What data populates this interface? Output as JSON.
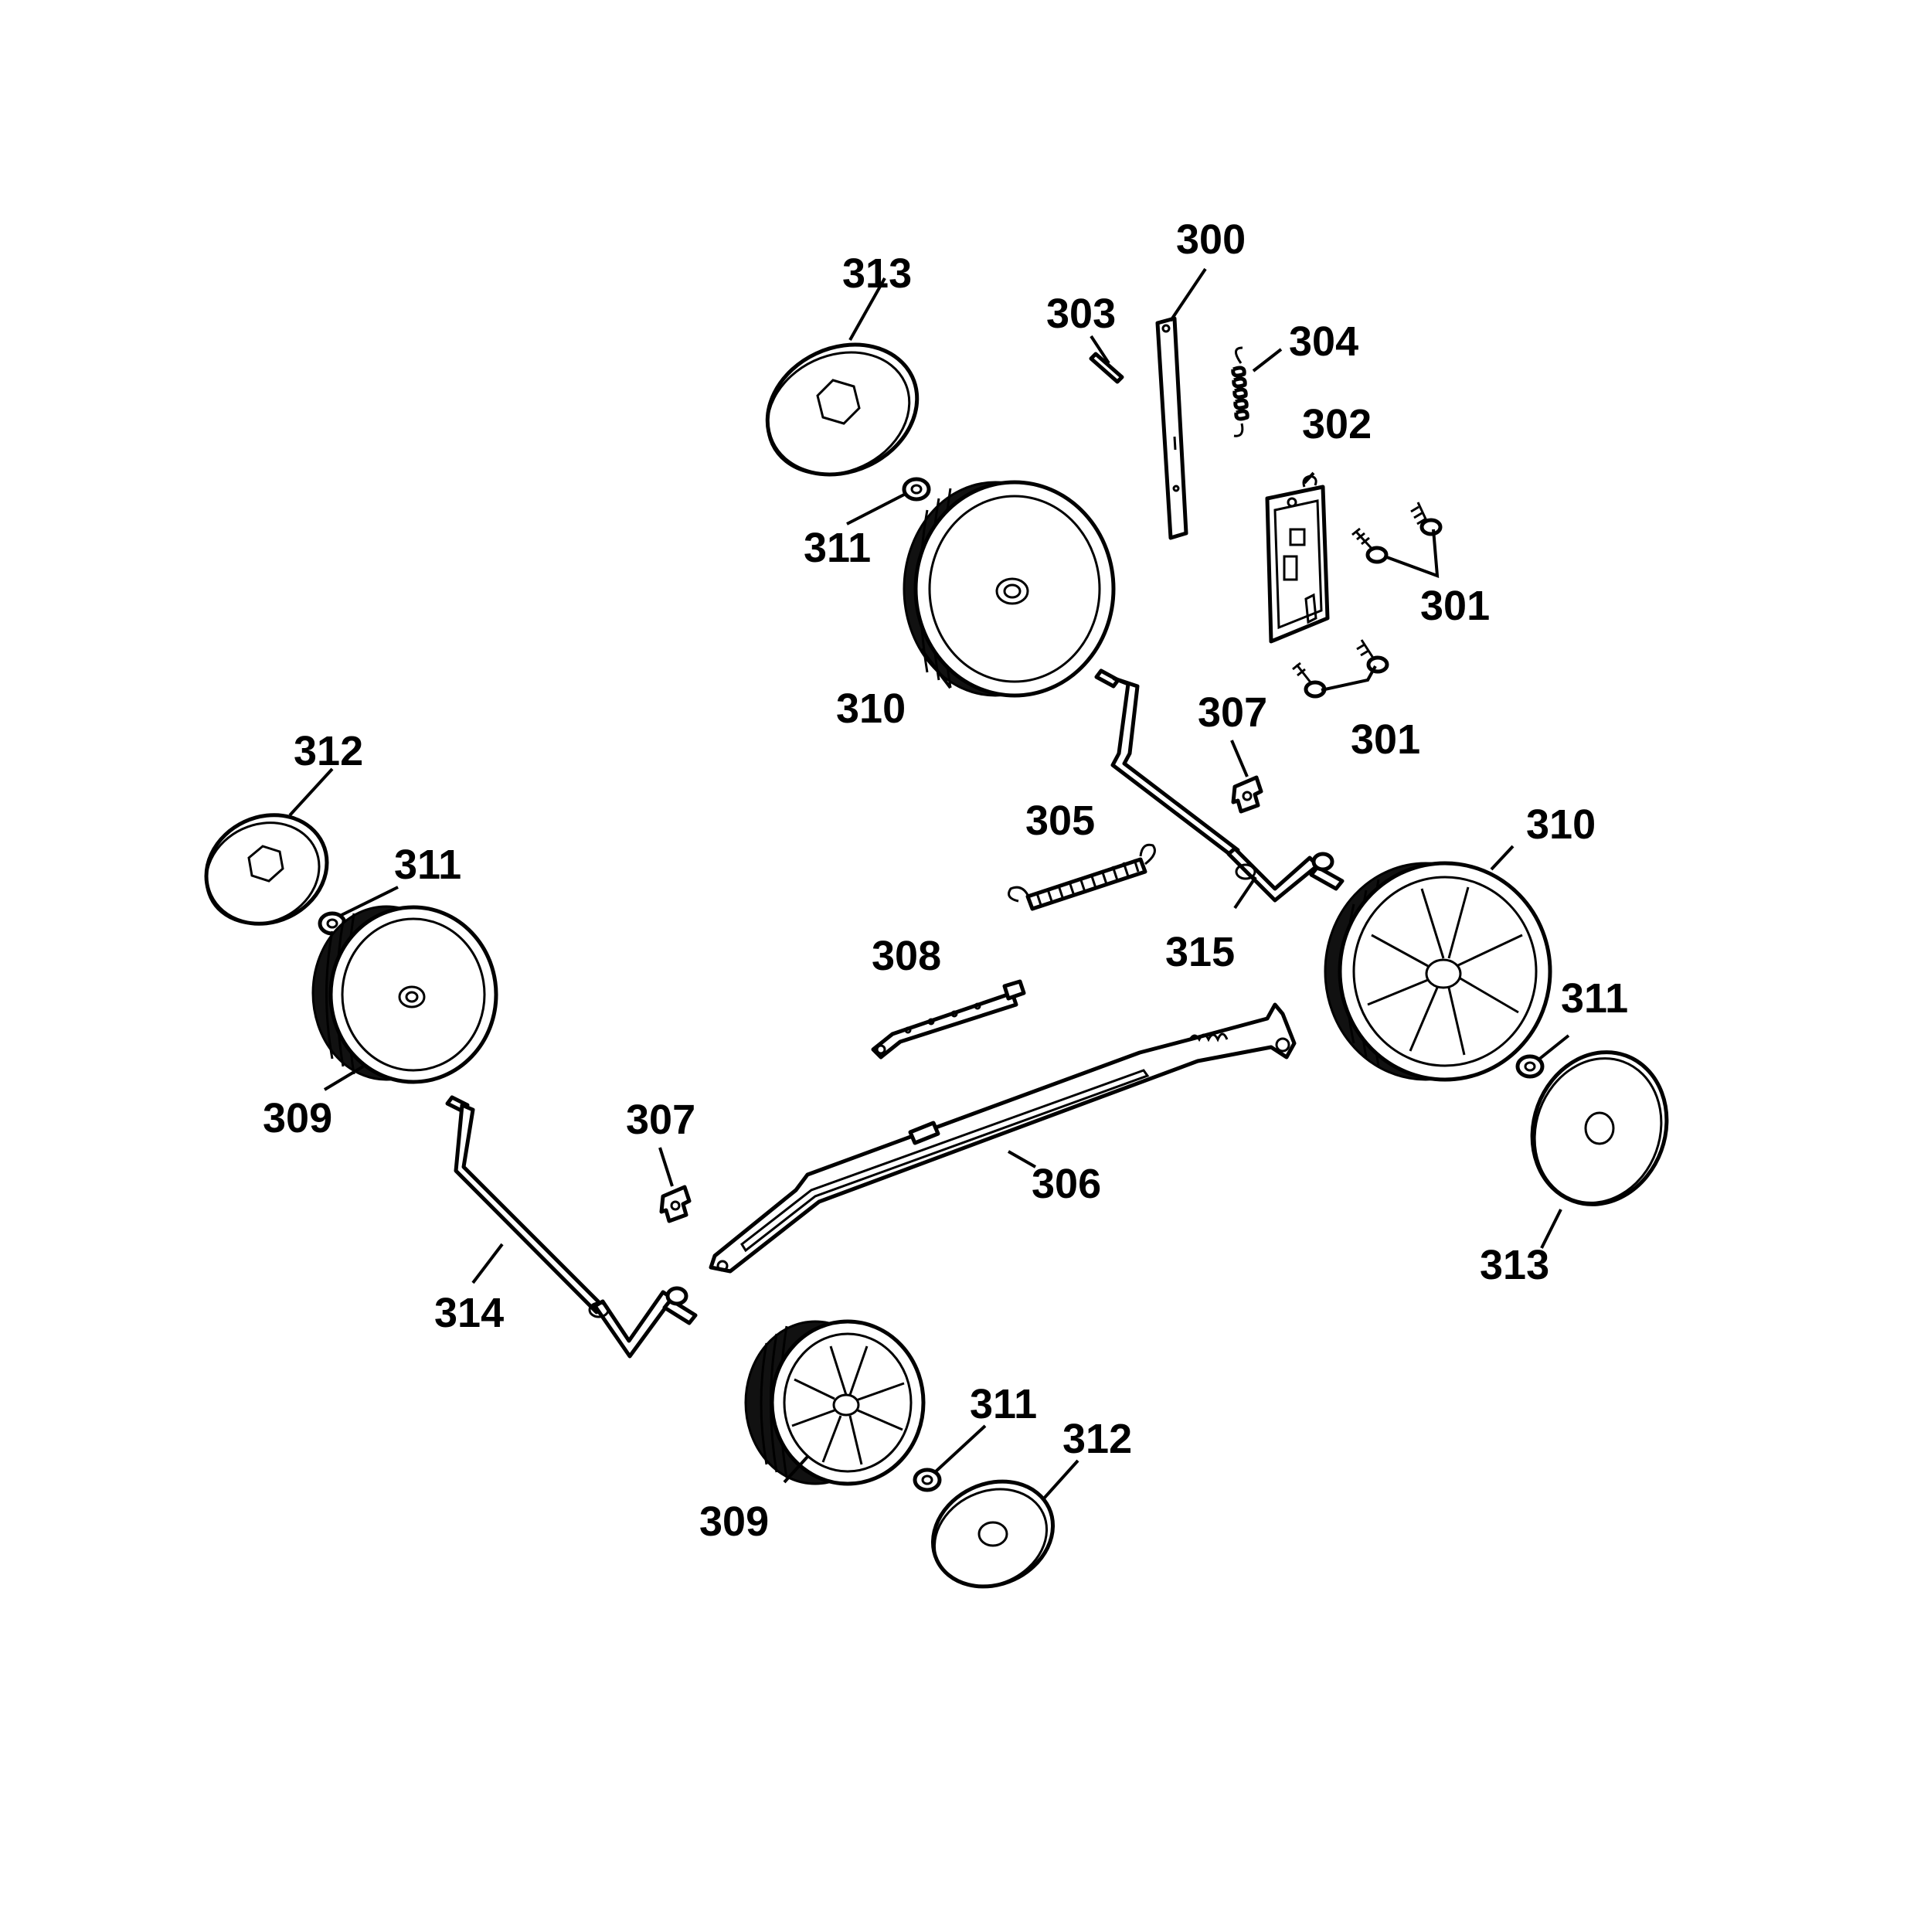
{
  "diagram": {
    "parts": [
      {
        "id": "p300",
        "label": "300"
      },
      {
        "id": "p301a",
        "label": "301"
      },
      {
        "id": "p301b",
        "label": "301"
      },
      {
        "id": "p302",
        "label": "302"
      },
      {
        "id": "p303",
        "label": "303"
      },
      {
        "id": "p304",
        "label": "304"
      },
      {
        "id": "p305",
        "label": "305"
      },
      {
        "id": "p306",
        "label": "306"
      },
      {
        "id": "p307a",
        "label": "307"
      },
      {
        "id": "p307b",
        "label": "307"
      },
      {
        "id": "p308",
        "label": "308"
      },
      {
        "id": "p309a",
        "label": "309"
      },
      {
        "id": "p309b",
        "label": "309"
      },
      {
        "id": "p310a",
        "label": "310"
      },
      {
        "id": "p310b",
        "label": "310"
      },
      {
        "id": "p311a",
        "label": "311"
      },
      {
        "id": "p311b",
        "label": "311"
      },
      {
        "id": "p311c",
        "label": "311"
      },
      {
        "id": "p311d",
        "label": "311"
      },
      {
        "id": "p312a",
        "label": "312"
      },
      {
        "id": "p312b",
        "label": "312"
      },
      {
        "id": "p313a",
        "label": "313"
      },
      {
        "id": "p313b",
        "label": "313"
      },
      {
        "id": "p314",
        "label": "314"
      },
      {
        "id": "p315",
        "label": "315"
      }
    ]
  }
}
